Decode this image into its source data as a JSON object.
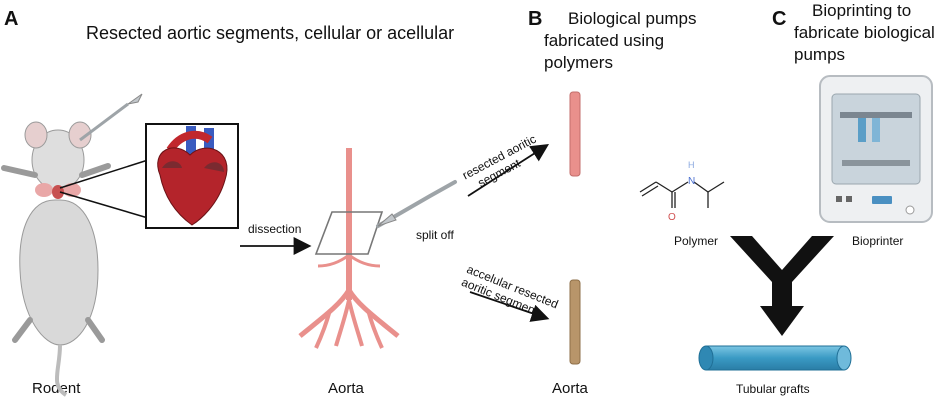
{
  "panels": {
    "A": {
      "letter": "A",
      "title": "Resected aortic segments, cellular or acellular",
      "rodent_label": "Rodent",
      "dissection_label": "dissection",
      "aorta_label": "Aorta",
      "split_label": "split off",
      "resected_label_1": "resected aoritic",
      "resected_label_2": "segment",
      "acellular_label_1": "accelular resected",
      "acellular_label_2": "aoritic segment"
    },
    "B": {
      "letter": "B",
      "title_line1": "Biological pumps",
      "title_line2": "fabricated using",
      "title_line3": "polymers",
      "aorta_label": "Aorta"
    },
    "C": {
      "letter": "C",
      "title_line1": "Bioprinting to",
      "title_line2": "fabricate biological",
      "title_line3": "pumps",
      "polymer_label": "Polymer",
      "bioprinter_label": "Bioprinter",
      "grafts_label": "Tubular grafts",
      "molecule_atoms": {
        "n": "N",
        "h": "H",
        "o": "O"
      }
    }
  },
  "colors": {
    "aorta_pink": "#e9908c",
    "acellular_tan": "#b8956a",
    "graft_blue": "#4aa8cf",
    "arrow_black": "#111111"
  }
}
